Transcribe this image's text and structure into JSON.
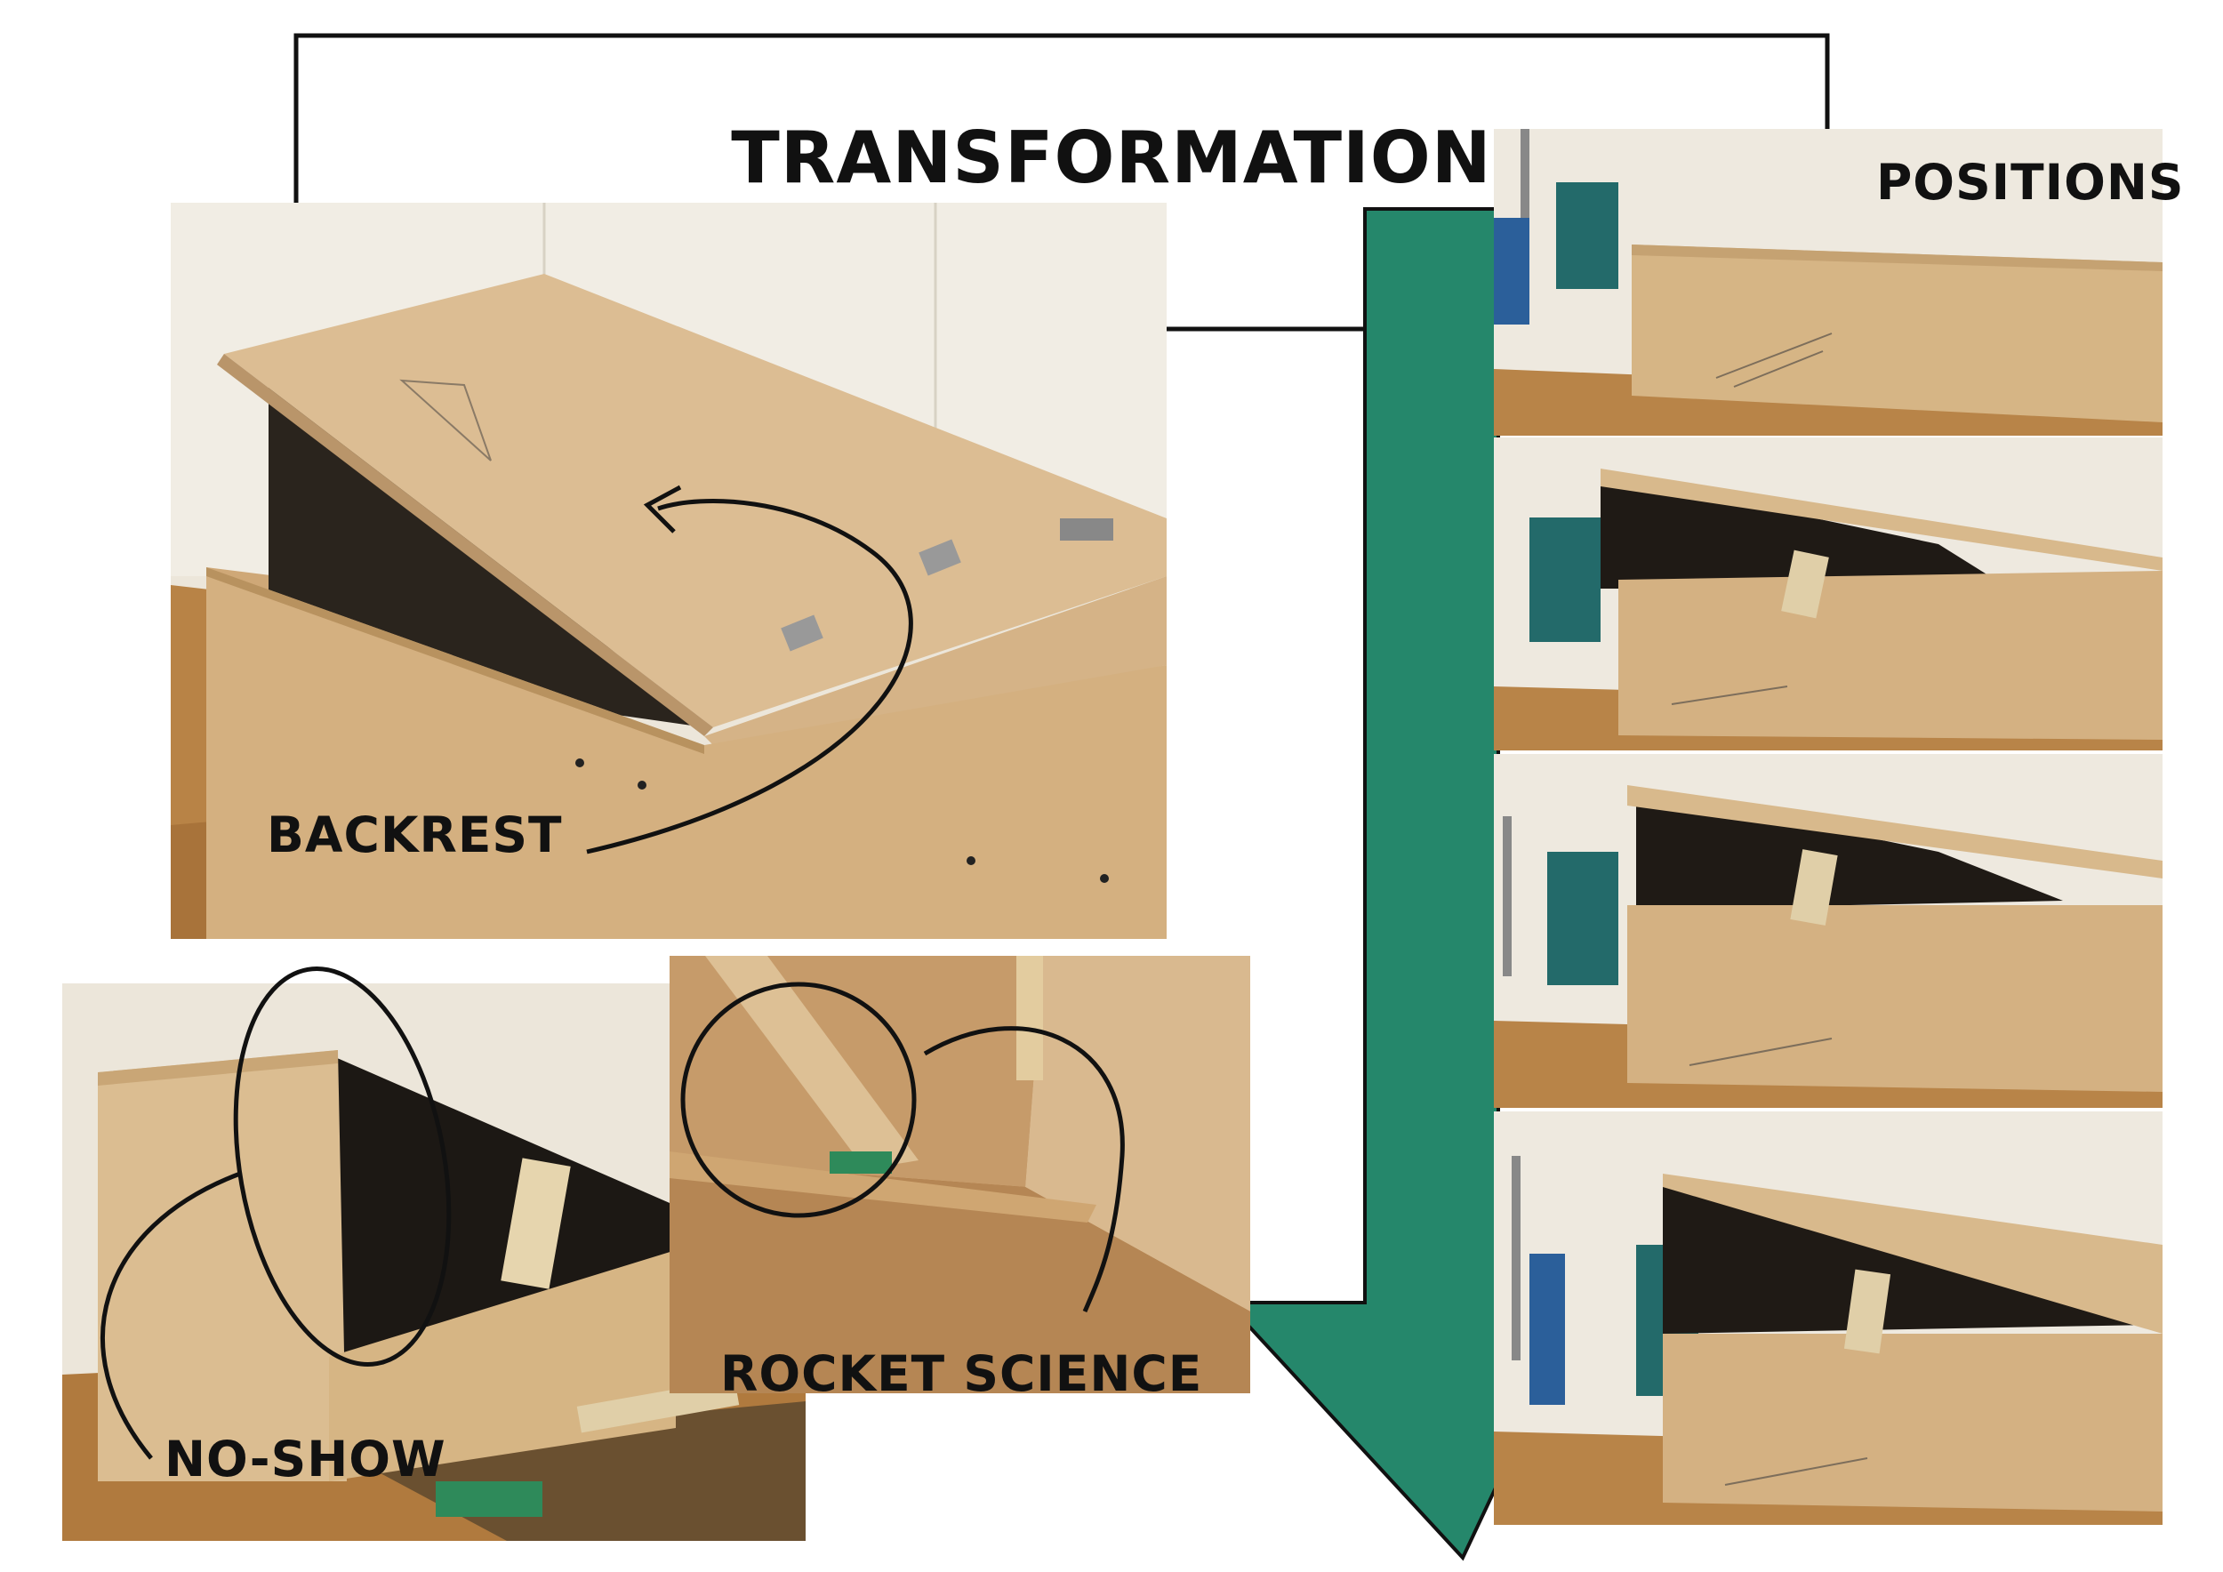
{
  "title": "TRANSFORMATION",
  "labels": {
    "backrest": "BACKREST",
    "positions": "POSITIONS",
    "no_show": "NO-SHOW",
    "rocket_science": "ROCKET SCIENCE"
  },
  "colors": {
    "arrow": "#25876b",
    "background": "#ffffff",
    "frame_line": "#111111",
    "wood": "#d9b88c",
    "wall": "#ede8dd",
    "bench": "#b07a3e",
    "annotation": "#111111"
  },
  "photos": {
    "main": "backrest hinged box photo",
    "position_count": 4,
    "detail_left": "no-show detail photo",
    "detail_right": "rocket science detail photo"
  }
}
